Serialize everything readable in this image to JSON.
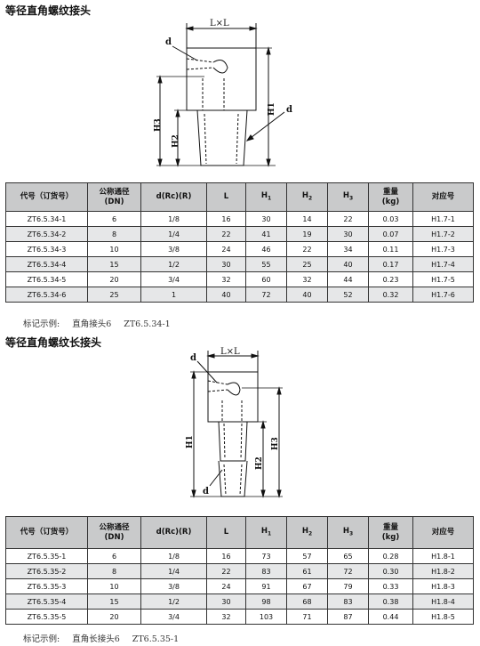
{
  "section1": {
    "title": "等径直角螺纹接头",
    "drawing": {
      "dim_top": "L×L",
      "d_top": "d",
      "d_side": "d",
      "h1": "H1",
      "h2": "H2",
      "h3": "H3"
    },
    "headers": {
      "code": "代号（订货号）",
      "dn_line1": "公称通径",
      "dn_line2": "(DN)",
      "d": "d(Rc)(R)",
      "L": "L",
      "H1": "H",
      "H1_sub": "1",
      "H2": "H",
      "H2_sub": "2",
      "H3": "H",
      "H3_sub": "3",
      "weight_line1": "重量",
      "weight_line2": "(kg)",
      "ref": "对应号"
    },
    "rows": [
      {
        "code": "ZT6.5.34-1",
        "dn": "6",
        "d": "1/8",
        "L": "16",
        "H1": "30",
        "H2": "14",
        "H3": "22",
        "weight": "0.03",
        "ref": "H1.7-1"
      },
      {
        "code": "ZT6.5.34-2",
        "dn": "8",
        "d": "1/4",
        "L": "22",
        "H1": "41",
        "H2": "19",
        "H3": "30",
        "weight": "0.07",
        "ref": "H1.7-2"
      },
      {
        "code": "ZT6.5.34-3",
        "dn": "10",
        "d": "3/8",
        "L": "24",
        "H1": "46",
        "H2": "22",
        "H3": "34",
        "weight": "0.11",
        "ref": "H1.7-3"
      },
      {
        "code": "ZT6.5.34-4",
        "dn": "15",
        "d": "1/2",
        "L": "30",
        "H1": "55",
        "H2": "25",
        "H3": "40",
        "weight": "0.17",
        "ref": "H1.7-4"
      },
      {
        "code": "ZT6.5.34-5",
        "dn": "20",
        "d": "3/4",
        "L": "32",
        "H1": "60",
        "H2": "32",
        "H3": "44",
        "weight": "0.23",
        "ref": "H1.7-5"
      },
      {
        "code": "ZT6.5.34-6",
        "dn": "25",
        "d": "1",
        "L": "40",
        "H1": "72",
        "H2": "40",
        "H3": "52",
        "weight": "0.32",
        "ref": "H1.7-6"
      }
    ],
    "note_label": "标记示例:",
    "note_name": "直角接头6",
    "note_code": "ZT6.5.34-1"
  },
  "section2": {
    "title": "等径直角螺纹长接头",
    "drawing": {
      "dim_top": "L×L",
      "d_top": "d",
      "d_side": "d",
      "h1": "H1",
      "h2": "H2",
      "h3": "H3"
    },
    "headers": {
      "code": "代号（订货号）",
      "dn_line1": "公称通径",
      "dn_line2": "(DN)",
      "d": "d(Rc)(R)",
      "L": "L",
      "H1": "H",
      "H1_sub": "1",
      "H2": "H",
      "H2_sub": "2",
      "H3": "H",
      "H3_sub": "3",
      "weight_line1": "重量",
      "weight_line2": "(kg)",
      "ref": "对应号"
    },
    "rows": [
      {
        "code": "ZT6.5.35-1",
        "dn": "6",
        "d": "1/8",
        "L": "16",
        "H1": "73",
        "H2": "57",
        "H3": "65",
        "weight": "0.28",
        "ref": "H1.8-1"
      },
      {
        "code": "ZT6.5.35-2",
        "dn": "8",
        "d": "1/4",
        "L": "22",
        "H1": "83",
        "H2": "61",
        "H3": "72",
        "weight": "0.30",
        "ref": "H1.8-2"
      },
      {
        "code": "ZT6.5.35-3",
        "dn": "10",
        "d": "3/8",
        "L": "24",
        "H1": "91",
        "H2": "67",
        "H3": "79",
        "weight": "0.33",
        "ref": "H1.8-3"
      },
      {
        "code": "ZT6.5.35-4",
        "dn": "15",
        "d": "1/2",
        "L": "30",
        "H1": "98",
        "H2": "68",
        "H3": "83",
        "weight": "0.38",
        "ref": "H1.8-4"
      },
      {
        "code": "ZT6.5.35-5",
        "dn": "20",
        "d": "3/4",
        "L": "32",
        "H1": "103",
        "H2": "71",
        "H3": "87",
        "weight": "0.44",
        "ref": "H1.8-5"
      }
    ],
    "note_label": "标记示例:",
    "note_name": "直角长接头6",
    "note_code": "ZT6.5.35-1"
  }
}
